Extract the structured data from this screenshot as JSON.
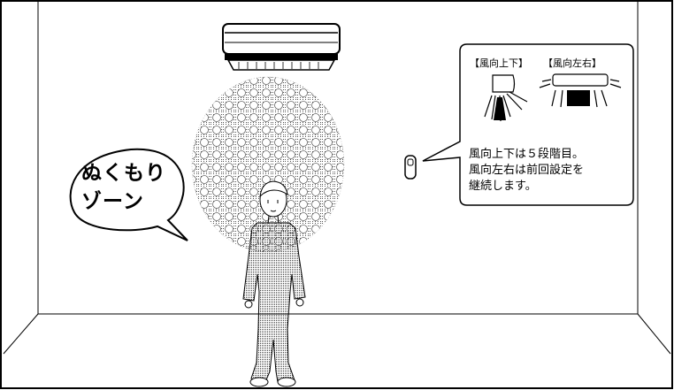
{
  "warm_zone_bubble": {
    "line1": "ぬくもり",
    "line2": "ゾーン"
  },
  "info_bubble": {
    "label_vertical": "【風向上下】",
    "label_horizontal": "【風向左右】",
    "line1": "風向上下は５段階目。",
    "line2": "風向左右は前回設定を",
    "line3": "継続します。"
  },
  "icons": [
    "air-conditioner-icon",
    "person-icon",
    "remote-control-icon",
    "vertical-louver-icon",
    "horizontal-louver-icon"
  ],
  "colors": {
    "line": "#000000",
    "background": "#ffffff",
    "dots": "#777777"
  }
}
